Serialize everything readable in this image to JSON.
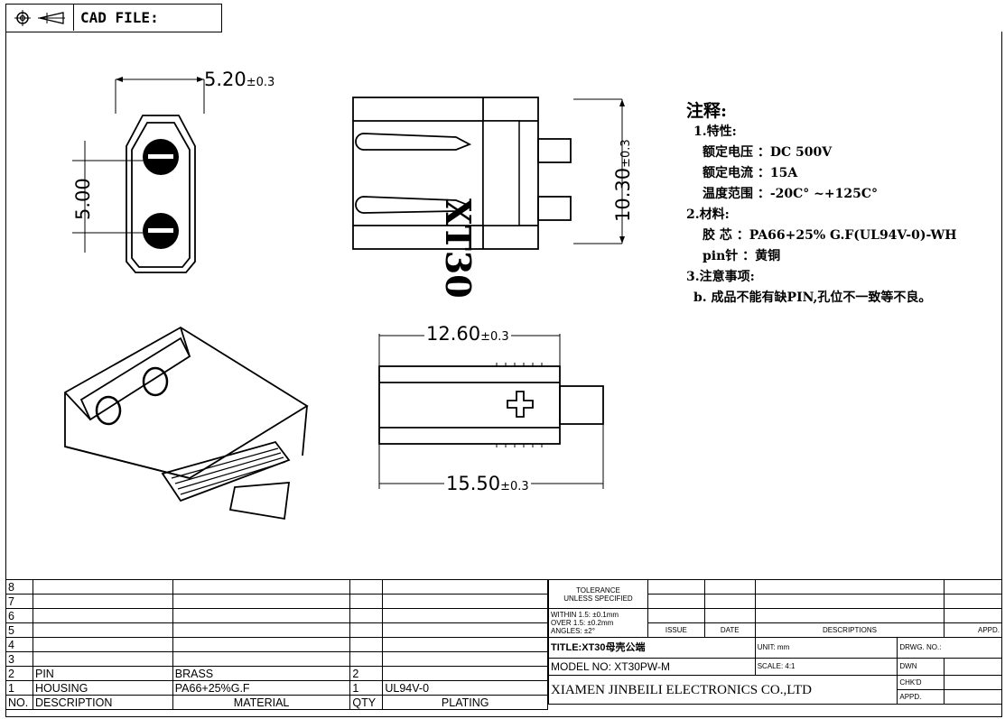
{
  "header": {
    "cad_label": "CAD FILE:"
  },
  "dimensions": {
    "width_top": "5.20",
    "pitch": "5.00",
    "height_side": "10.30",
    "length_body": "12.60",
    "length_total": "15.50",
    "tol": "±0.3"
  },
  "part_marking": "XT30",
  "notes": {
    "title": "注释:",
    "s1": "1.特性:",
    "l1": "额定电压 ：DC  500V",
    "l2": "额定电流 ：15A",
    "l3": "温度范围 ：-20C° ~+125C°",
    "s2": "2.材料:",
    "l4": "胶 芯 ：PA66+25% G.F(UL94V-0)-WH",
    "l5": "pin针 ：黄铜",
    "s3": "3.注意事项:",
    "l6": "b. 成品不能有缺PIN,孔位不一致等不良。"
  },
  "bom": {
    "empty_rows": [
      "8",
      "7",
      "6",
      "5",
      "4",
      "3"
    ],
    "rows": [
      {
        "no": "2",
        "desc": "PIN",
        "material": "BRASS",
        "qty": "2",
        "plating": ""
      },
      {
        "no": "1",
        "desc": "HOUSING",
        "material": "PA66+25%G.F",
        "qty": "1",
        "plating": "UL94V-0"
      }
    ],
    "header": {
      "no": "NO.",
      "desc": "DESCRIPTION",
      "material": "MATERIAL",
      "qty": "QTY",
      "plating": "PLATING"
    }
  },
  "title_block": {
    "tolerance_1": "TOLERANCE",
    "tolerance_2": "UNLESS SPECIFIED",
    "within": "WITHIN 1.5: ±0.1mm",
    "over": "OVER 1.5:  ±0.2mm",
    "angles": "ANGLES: ±2°",
    "issue": "ISSUE",
    "date": "DATE",
    "descriptions": "DESCRIPTIONS",
    "appd": "APPD.",
    "title": "TITLE:XT30母壳公端",
    "unit": "UNIT: mm",
    "drwg": "DRWG. NO.:",
    "model": "MODEL NO: XT30PW-M",
    "scale": "SCALE: 4:1",
    "dwn": "DWN",
    "chkd": "CHK'D",
    "appd2": "APPD.",
    "company": "XIAMEN JINBEILI ELECTRONICS CO.,LTD"
  }
}
